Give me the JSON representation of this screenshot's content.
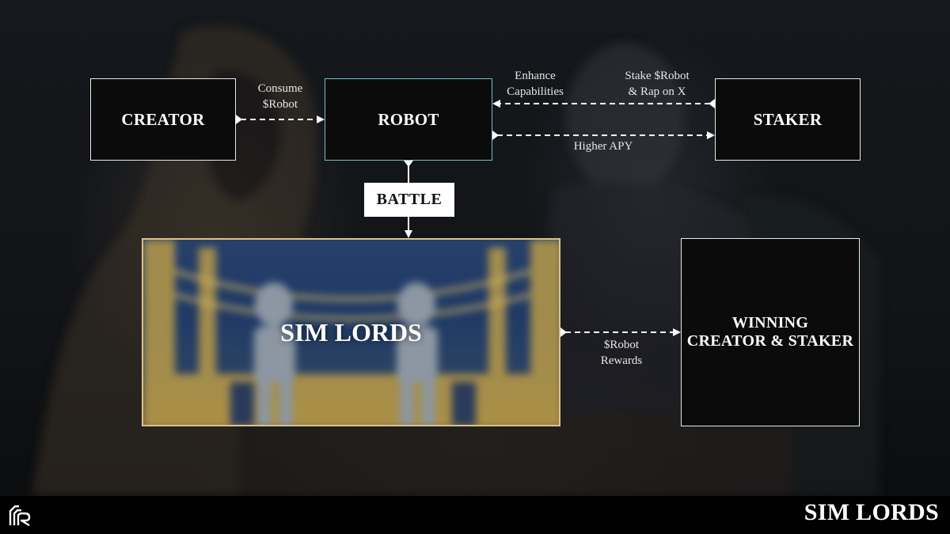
{
  "nodes": {
    "creator": "CREATOR",
    "robot": "ROBOT",
    "staker": "STAKER",
    "battle": "BATTLE",
    "sim_lords": "SIM LORDS",
    "winning_line1": "WINNING",
    "winning_line2": "CREATOR & STAKER"
  },
  "edges": {
    "consume_line1": "Consume",
    "consume_line2": "$Robot",
    "enhance_line1": "Enhance",
    "enhance_line2": "Capabilities",
    "stake_line1": "Stake $Robot",
    "stake_line2": "& Rap on X",
    "higher_apy": "Higher APY",
    "rewards_line1": "$Robot",
    "rewards_line2": "Rewards"
  },
  "footer": {
    "brand": "SIM LORDS",
    "logo_icon": "sim-lords-logo-icon"
  },
  "colors": {
    "robot_border": "#6fc4cf",
    "arena_border": "#d9c28c",
    "connector": "#ffffff"
  }
}
